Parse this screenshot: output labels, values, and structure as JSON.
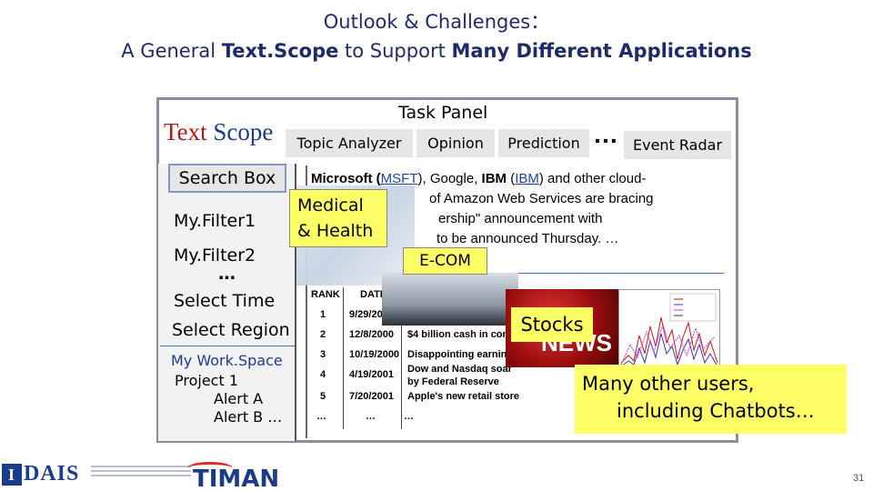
{
  "title": {
    "line1": "Outlook & Challenges：",
    "line2_prefix": "A General ",
    "line2_bold1": "Text.Scope",
    "line2_mid": " to Support ",
    "line2_bold2": "Many Different Applications"
  },
  "panel": {
    "task_panel_label": "Task Panel",
    "logo_text": "Text",
    "logo_scope": "Scope",
    "tabs": [
      {
        "label": "Topic Analyzer"
      },
      {
        "label": "Opinion"
      },
      {
        "label": "Prediction"
      },
      {
        "label": "Event Radar"
      }
    ],
    "tabs_ellipsis": "…"
  },
  "sidebar": {
    "search_box": "Search Box",
    "filter1": "My.Filter1",
    "filter2": "My.Filter2",
    "ellipsis": "…",
    "select_time_prefix": "Select ",
    "select_time": "Time",
    "select_region_prefix": "Select ",
    "select_region": "Region",
    "workspace_title": "My Work.Space",
    "workspace_items": [
      "Project 1",
      "Alert A",
      "Alert B …"
    ]
  },
  "news": {
    "line1_a": "Microsoft (",
    "line1_link1": "MSFT",
    "line1_b": "), Google, ",
    "line1_bold": "IBM",
    "line1_c": " (",
    "line1_link2": "IBM",
    "line1_d": ") and other cloud-",
    "line2": "of Amazon Web Services are bracing",
    "line3": "ership\" announcement with",
    "line4": "to be announced Thursday. …"
  },
  "table": {
    "headers": [
      "RANK",
      "DATE"
    ],
    "rows": [
      {
        "rank": "1",
        "date": "9/29/200",
        "headline": ""
      },
      {
        "rank": "2",
        "date": "12/8/2000",
        "headline": "$4 billion cash in comp"
      },
      {
        "rank": "3",
        "date": "10/19/2000",
        "headline": "Disappointing earning"
      },
      {
        "rank": "4",
        "date": "4/19/2001",
        "headline": "Dow and Nasdaq soar"
      },
      {
        "rank": "5",
        "date": "7/20/2001",
        "headline": "Apple's new retail store"
      },
      {
        "rank": "…",
        "date": "…",
        "headline": "…"
      }
    ],
    "row4_sub": "by Federal Reserve"
  },
  "popups": {
    "medical_line1": "Medical",
    "medical_line2": "& Health",
    "ecom": "E-COM",
    "stocks": "Stocks",
    "news_logo": "NEWS",
    "users_line1": "Many other users,",
    "users_line2": "including Chatbots…"
  },
  "footer": {
    "logo1": "DAIS",
    "logo1_box": "I",
    "logo2": "TIMAN",
    "page_number": "31"
  },
  "colors": {
    "title": "#1f2a6b",
    "highlight": "#ffff66",
    "tab_bg": "#e6e6e6",
    "logo_red": "#b31919",
    "logo_blue": "#1e3a8a"
  }
}
